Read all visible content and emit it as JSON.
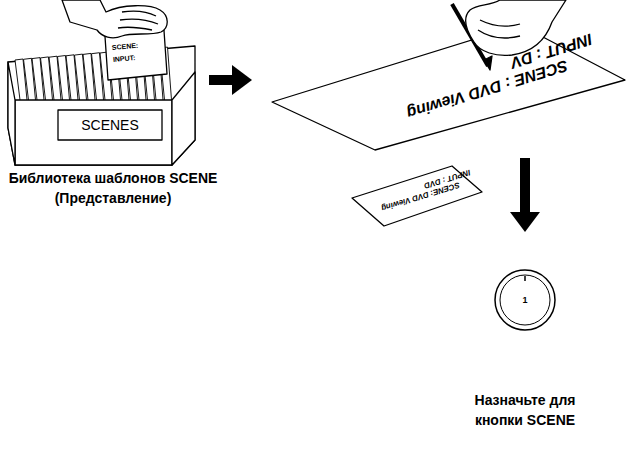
{
  "diagram": {
    "nodes": [
      {
        "text": [
          "SCENES",
          "Библиотека шаблонов SCENE (Представление)"
        ]
      },
      {
        "text": [
          "SCENE:",
          "INPUT:"
        ],
        "in": 0
      },
      {
        "text": [
          "SCENE : DVD Viewing",
          "INPUT : DV"
        ]
      },
      {
        "text": [
          "SCENE: DVD Viewing",
          "INPUT : DVD"
        ]
      },
      {
        "text": [
          "1",
          "Назначьте для кнопки SCENE"
        ]
      }
    ],
    "edges": [
      {
        "from": 0,
        "to": 2,
        "arrow": "to"
      },
      {
        "from": 2,
        "to": 4,
        "arrow": "to"
      }
    ]
  }
}
